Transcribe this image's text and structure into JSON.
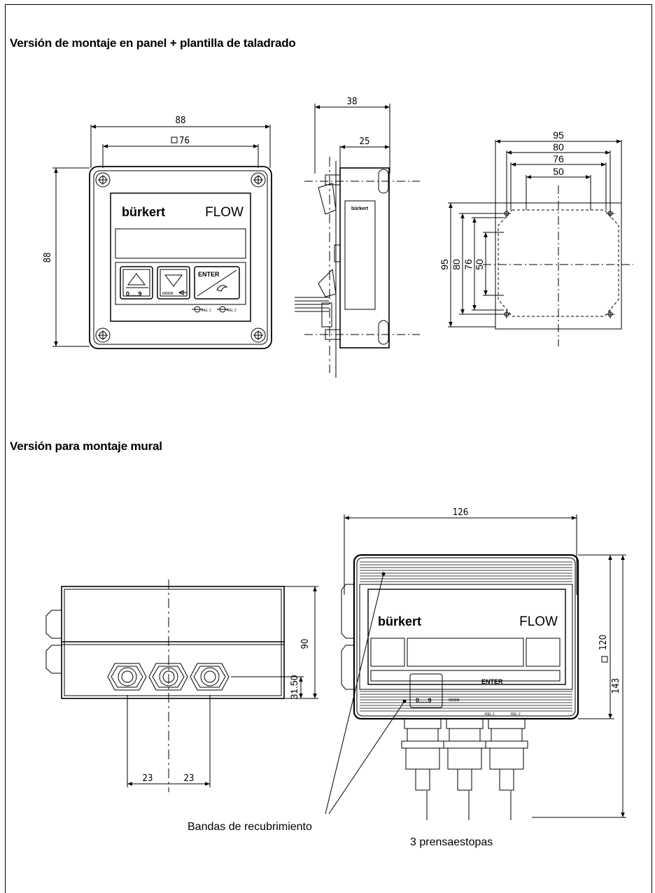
{
  "panel_section": {
    "title": "Versión de montaje en panel + plantilla de taladrado",
    "front_view": {
      "width_dim": "88",
      "square_dim": "76",
      "height_dim": "88",
      "brand": "bürkert",
      "label": "FLOW",
      "key_up_label": "0.....9",
      "key_down_label": "oooo",
      "key_enter_label": "ENTER",
      "rel1_label": "REL 1",
      "rel2_label": "REL 2"
    },
    "side_view": {
      "depth_dim": "38",
      "body_dim": "25",
      "brand": "bürkert"
    },
    "drill_template": {
      "horiz_dims": [
        "95",
        "80",
        "76",
        "50"
      ],
      "vert_dims": [
        "95",
        "80",
        "76",
        "50"
      ]
    }
  },
  "wall_section": {
    "title": "Versión para montaje mural",
    "side_view": {
      "height_dim": "90",
      "gland_height_dim": "31.50",
      "spacing_dims": [
        "23",
        "23"
      ]
    },
    "front_view": {
      "width_dim": "126",
      "square_dim": "120",
      "height_dim": "143",
      "brand": "bürkert",
      "label": "FLOW",
      "key_up_label": "0.....9",
      "key_down_label": "oooo",
      "key_enter_label": "ENTER",
      "rel1_label": "REL 1",
      "rel2_label": "REL 2"
    },
    "callouts": {
      "cover_strips": "Bandas de recubrimiento",
      "cable_glands": "3 prensaestopas"
    }
  }
}
